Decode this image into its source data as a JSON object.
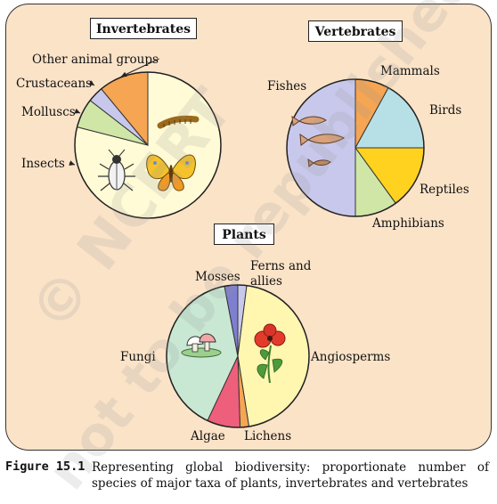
{
  "chart_data": [
    {
      "type": "pie",
      "title": "Invertebrates",
      "categories": [
        "Insects",
        "Molluscs",
        "Crustaceans",
        "Other animal groups"
      ],
      "values": [
        0.79,
        0.065,
        0.035,
        0.11
      ],
      "colors": [
        "#fffbd6",
        "#cfe6a7",
        "#c8c8ec",
        "#f6a553"
      ]
    },
    {
      "type": "pie",
      "title": "Vertebrates",
      "categories": [
        "Mammals",
        "Birds",
        "Reptiles",
        "Amphibians",
        "Fishes"
      ],
      "values": [
        0.08,
        0.17,
        0.15,
        0.1,
        0.5
      ],
      "colors": [
        "#f6a553",
        "#b7e0e6",
        "#ffd21f",
        "#cfe6a7",
        "#c8c8ec"
      ]
    },
    {
      "type": "pie",
      "title": "Plants",
      "categories": [
        "Ferns and allies",
        "Angiosperms",
        "Lichens",
        "Algae",
        "Fungi",
        "Mosses"
      ],
      "values": [
        0.02,
        0.455,
        0.02,
        0.075,
        0.4,
        0.03
      ],
      "colors": [
        "#c8c8ec",
        "#fff6b0",
        "#f6a553",
        "#ee5f7c",
        "#c9e8d4",
        "#7f7fcf"
      ]
    }
  ],
  "watermark": {
    "line1": "© NCERT",
    "line2": "not to be republished"
  },
  "caption": {
    "label": "Figure 15.1",
    "text": "Representing global biodiversity: proportionate number of species of major taxa of plants, invertebrates and vertebrates"
  }
}
